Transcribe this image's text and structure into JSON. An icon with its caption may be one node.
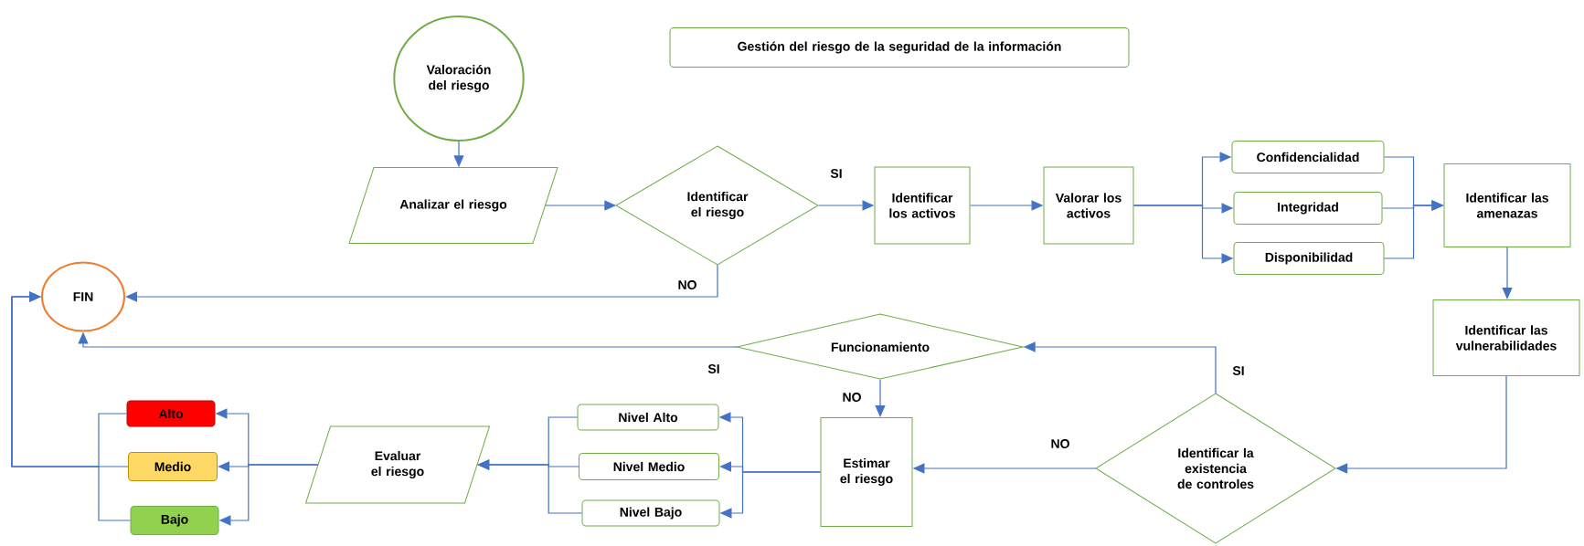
{
  "diagram": {
    "nodes": [
      {
        "text": [
          "Gestión del riesgo de la seguridad de la información"
        ]
      },
      {
        "text": [
          "Valoración del riesgo"
        ]
      },
      {
        "text": [
          "Analizar el riesgo"
        ]
      },
      {
        "text": [
          "Identificar el riesgo"
        ]
      },
      {
        "text": [
          "Identificar los activos"
        ]
      },
      {
        "text": [
          "Valorar los activos"
        ]
      },
      {
        "text": [
          "Confidencialidad"
        ]
      },
      {
        "text": [
          "Integridad"
        ]
      },
      {
        "text": [
          "Disponibilidad"
        ]
      },
      {
        "text": [
          "Identificar las amenazas"
        ]
      },
      {
        "text": [
          "FIN"
        ]
      },
      {
        "text": [
          "Funcionamiento"
        ]
      },
      {
        "text": [
          "Identificar las vulnerabilidades"
        ]
      },
      {
        "text": [
          "Alto"
        ]
      },
      {
        "text": [
          "Nivel Alto"
        ]
      },
      {
        "text": [
          "Estimar el riesgo"
        ]
      },
      {
        "text": [
          "Identificar la existencia de controles"
        ]
      },
      {
        "text": [
          "Evaluar el riesgo"
        ]
      },
      {
        "text": [
          "Medio"
        ]
      },
      {
        "text": [
          "Nivel Medio"
        ]
      },
      {
        "text": [
          "Bajo"
        ]
      },
      {
        "text": [
          "Nivel Bajo"
        ]
      }
    ],
    "edges": [
      {
        "from": 1,
        "to": 2,
        "arrow": "to"
      },
      {
        "from": 2,
        "to": 3,
        "arrow": "to"
      },
      {
        "from": 3,
        "to": 4,
        "arrow": "to",
        "label": "SI"
      },
      {
        "from": 3,
        "to": 10,
        "arrow": "to",
        "label": "NO"
      },
      {
        "from": 4,
        "to": 5,
        "arrow": "to"
      },
      {
        "from": 5,
        "to": 6,
        "arrow": "to"
      },
      {
        "from": 5,
        "to": 7,
        "arrow": "to"
      },
      {
        "from": 5,
        "to": 8,
        "arrow": "to"
      },
      {
        "from": 6,
        "to": 9,
        "arrow": "to"
      },
      {
        "from": 7,
        "to": 9,
        "arrow": "to"
      },
      {
        "from": 8,
        "to": 9,
        "arrow": "to"
      },
      {
        "from": 9,
        "to": 12,
        "arrow": "to"
      },
      {
        "from": 12,
        "to": 16,
        "arrow": "to"
      },
      {
        "from": 16,
        "to": 11,
        "arrow": "to",
        "label": "SI"
      },
      {
        "from": 16,
        "to": 15,
        "arrow": "to",
        "label": "NO"
      },
      {
        "from": 11,
        "to": 10,
        "arrow": "to",
        "label": "SI"
      },
      {
        "from": 11,
        "to": 15,
        "arrow": "to",
        "label": "NO"
      },
      {
        "from": 15,
        "to": 14,
        "arrow": "to"
      },
      {
        "from": 15,
        "to": 19,
        "arrow": "to"
      },
      {
        "from": 15,
        "to": 21,
        "arrow": "to"
      },
      {
        "from": 14,
        "to": 17,
        "arrow": "to"
      },
      {
        "from": 19,
        "to": 17,
        "arrow": "to"
      },
      {
        "from": 21,
        "to": 17,
        "arrow": "to"
      },
      {
        "from": 17,
        "to": 13,
        "arrow": "to"
      },
      {
        "from": 17,
        "to": 18,
        "arrow": "to"
      },
      {
        "from": 17,
        "to": 20,
        "arrow": "to"
      },
      {
        "from": 13,
        "to": 10,
        "arrow": "to"
      },
      {
        "from": 18,
        "to": 10,
        "arrow": "to"
      },
      {
        "from": 20,
        "to": 10,
        "arrow": "to"
      }
    ]
  }
}
